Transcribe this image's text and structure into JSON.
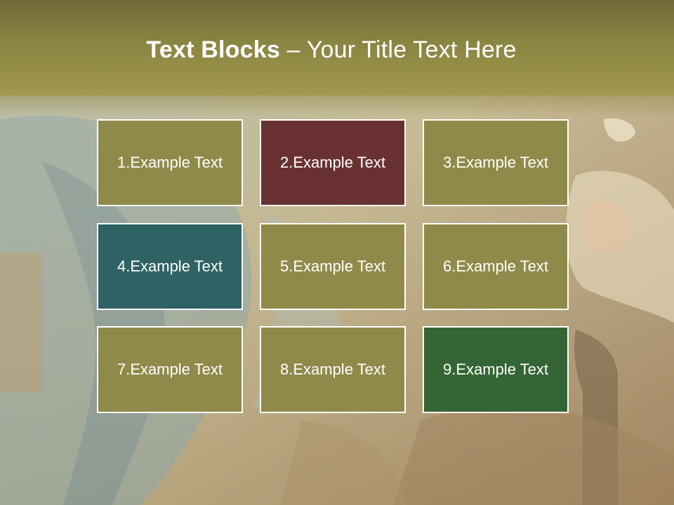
{
  "title": {
    "bold": "Text Blocks",
    "rest": " – Your Title Text Here"
  },
  "colors": {
    "header": "#8a8542",
    "tile_default": "#908a4a",
    "tile_maroon": "#6a3133",
    "tile_teal": "#2f6264",
    "tile_green": "#346534",
    "tile_border": "#ffffff"
  },
  "tiles": [
    {
      "label": "1.Example Text",
      "color": "#908a4a"
    },
    {
      "label": "2.Example Text",
      "color": "#6a3133"
    },
    {
      "label": "3.Example Text",
      "color": "#908a4a"
    },
    {
      "label": "4.Example Text",
      "color": "#2f6264"
    },
    {
      "label": "5.Example Text",
      "color": "#908a4a"
    },
    {
      "label": "6.Example Text",
      "color": "#908a4a"
    },
    {
      "label": "7.Example Text",
      "color": "#908a4a"
    },
    {
      "label": "8.Example Text",
      "color": "#908a4a"
    },
    {
      "label": "9.Example Text",
      "color": "#346534"
    }
  ]
}
